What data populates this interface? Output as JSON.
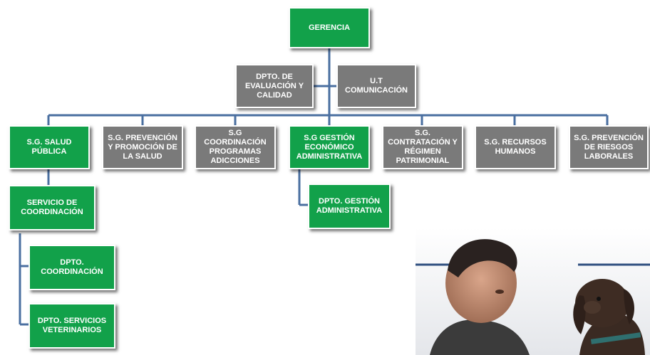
{
  "org_chart": {
    "root": "GERENCIA",
    "staff": {
      "left": "DPTO. DE\nEVALUACIÓN Y\nCALIDAD",
      "right": "U.T\nCOMUNICACIÓN"
    },
    "subdirecciones": [
      "S.G. SALUD\nPÚBLICA",
      "S.G. PREVENCIÓN\nY PROMOCIÓN DE\nLA SALUD",
      "S.G COORDINACIÓN\nPROGRAMAS\nADICCIONES",
      "S.G GESTIÓN\nECONÓMICO\nADMINISTRATIVA",
      "S.G.\nCONTRATACIÓN Y\nRÉGIMEN\nPATRIMONIAL",
      "S.G. RECURSOS\nHUMANOS",
      "S.G. PREVENCIÓN\nDE RIESGOS\nLABORALES"
    ],
    "salud_publica_children": {
      "servicio": "SERVICIO DE\nCOORDINACIÓN",
      "dptos": [
        "DPTO.\nCOORDINACIÓN",
        "DPTO. SERVICIOS\nVETERINARIOS"
      ]
    },
    "gestion_children": [
      "DPTO. GESTIÓN\nADMINISTRATIVA"
    ]
  },
  "colors": {
    "green": "#12a14a",
    "gray": "#7a7a7a",
    "connector": "#4a6fa0"
  }
}
